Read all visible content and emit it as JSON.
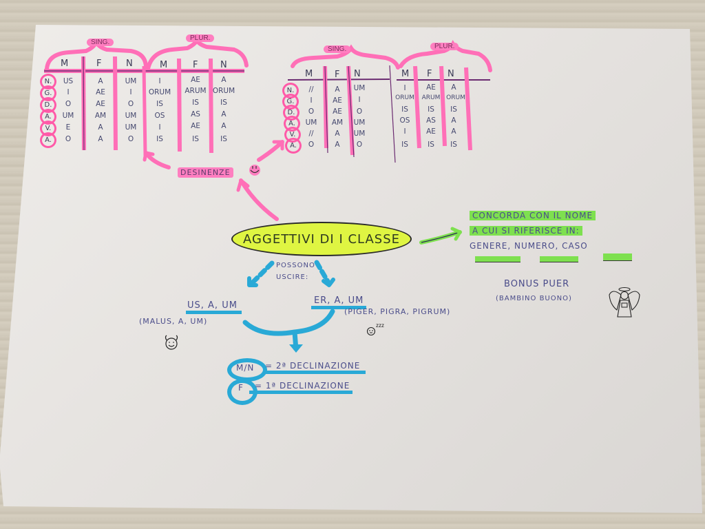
{
  "image_description": "Photo of a handwritten Latin grammar mind map on white paper lying on a light wooden table",
  "central_topic": "AGGETTIVI DI I CLASSE",
  "desinenze_label": "DESINENZE",
  "table_left": {
    "singular_label": "SING.",
    "plural_label": "PLUR.",
    "columns": [
      "M",
      "F",
      "N",
      "M",
      "F",
      "N"
    ],
    "cases": [
      "N.",
      "G.",
      "D.",
      "A.",
      "V.",
      "A."
    ],
    "rows": [
      [
        "US",
        "A",
        "UM",
        "I",
        "AE",
        "A"
      ],
      [
        "I",
        "AE",
        "I",
        "ORUM",
        "ARUM",
        "ORUM"
      ],
      [
        "O",
        "AE",
        "O",
        "IS",
        "IS",
        "IS"
      ],
      [
        "UM",
        "AM",
        "UM",
        "OS",
        "AS",
        "A"
      ],
      [
        "E",
        "A",
        "UM",
        "I",
        "AE",
        "A"
      ],
      [
        "O",
        "A",
        "O",
        "IS",
        "IS",
        "IS"
      ]
    ]
  },
  "table_right": {
    "singular_label": "SING.",
    "plural_label": "PLUR.",
    "columns": [
      "M",
      "F",
      "N",
      "M",
      "F",
      "N"
    ],
    "cases": [
      "N.",
      "G.",
      "D.",
      "A.",
      "V.",
      "A."
    ],
    "rows": [
      [
        "//",
        "A",
        "UM",
        "I",
        "AE",
        "A"
      ],
      [
        "I",
        "AE",
        "I",
        "ORUM",
        "ARUM",
        "ORUM"
      ],
      [
        "O",
        "AE",
        "O",
        "IS",
        "IS",
        "IS"
      ],
      [
        "UM",
        "AM",
        "UM",
        "OS",
        "AS",
        "A"
      ],
      [
        "//",
        "A",
        "UM",
        "I",
        "AE",
        "A"
      ],
      [
        "O",
        "A",
        "O",
        "IS",
        "IS",
        "IS"
      ]
    ]
  },
  "branch_note": "POSSONO USCIRE:",
  "branch_left": {
    "endings": "US, A, UM",
    "example": "(MALUS, A, UM)",
    "icon": "devil-face-icon"
  },
  "branch_right": {
    "endings": "ER, A, UM",
    "example": "(PIGER, PIGRA, PIGRUM)",
    "icon": "sleepy-face-icon",
    "zzz": "zzz"
  },
  "declension_result": {
    "line1_prefix": "M/N",
    "line1_text": "= 2ª DECLINAZIONE",
    "line2_prefix": "F",
    "line2_text": "= 1ª DECLINAZIONE"
  },
  "agreement_note": {
    "line1": "CONCORDA CON IL NOME",
    "line2": "A CUI SI RIFERISCE IN:",
    "line3": "GENERE, NUMERO, CASO"
  },
  "bonus_example": {
    "title": "BONUS PUER",
    "subtitle": "(BAMBINO BUONO)",
    "icon": "angel-icon"
  },
  "colors": {
    "pink_highlighter": "#ff7ec0",
    "yellow_highlighter": "#dff542",
    "green_highlighter": "#7ee04f",
    "blue_marker": "#29a9d6",
    "pen_ink": "#4a4c8a",
    "paper": "#ebe8e5",
    "table_wood": "#d2cbbc"
  }
}
